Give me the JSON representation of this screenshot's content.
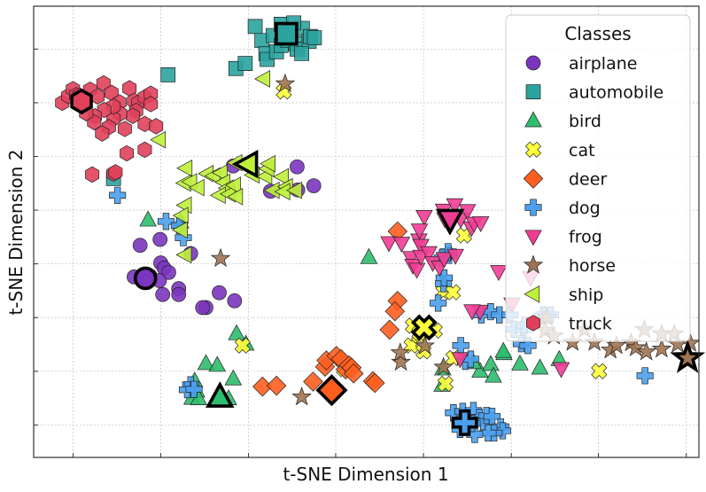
{
  "chart_data": {
    "type": "scatter",
    "xlabel": "t-SNE Dimension 1",
    "ylabel": "t-SNE Dimension 2",
    "xlim": [
      0,
      100
    ],
    "ylim": [
      0,
      100
    ],
    "grid": true,
    "tick_labels_shown": false,
    "legend": {
      "title": "Classes",
      "placement": "top-right"
    },
    "series": [
      {
        "name": "airplane",
        "marker": "circle",
        "color": "#7B35BE",
        "centroid": [
          16.8,
          39.7
        ],
        "points": [
          [
            16.0,
            47.0
          ],
          [
            19.0,
            48.3
          ],
          [
            23.6,
            45.2
          ],
          [
            15.1,
            40.0
          ],
          [
            19.1,
            43.1
          ],
          [
            19.6,
            42.0
          ],
          [
            17.5,
            40.2
          ],
          [
            20.3,
            41.0
          ],
          [
            21.8,
            37.4
          ],
          [
            21.8,
            36.1
          ],
          [
            19.4,
            36.1
          ],
          [
            18.9,
            39.2
          ],
          [
            27.9,
            36.5
          ],
          [
            30.2,
            34.7
          ],
          [
            25.9,
            33.2
          ],
          [
            25.4,
            33.2
          ],
          [
            30.0,
            64.6
          ],
          [
            35.6,
            59.0
          ],
          [
            42.1,
            60.2
          ],
          [
            39.6,
            64.4
          ],
          [
            39.7,
            59.3
          ]
        ]
      },
      {
        "name": "automobile",
        "marker": "square",
        "color": "#2BA39E",
        "centroid": [
          38.0,
          93.9
        ],
        "points": [
          [
            33.3,
            95.5
          ],
          [
            34.3,
            92.4
          ],
          [
            34.9,
            89.5
          ],
          [
            35.1,
            88.2
          ],
          [
            36.0,
            93.5
          ],
          [
            36.5,
            89.9
          ],
          [
            37.2,
            91.3
          ],
          [
            38.2,
            92.4
          ],
          [
            39.4,
            91.7
          ],
          [
            39.6,
            90.5
          ],
          [
            40.4,
            95.1
          ],
          [
            41.4,
            92.2
          ],
          [
            40.3,
            89.5
          ],
          [
            41.6,
            93.3
          ],
          [
            38.3,
            94.6
          ],
          [
            37.2,
            96.0
          ],
          [
            39.1,
            96.3
          ],
          [
            30.4,
            86.2
          ],
          [
            31.8,
            87.3
          ],
          [
            42.2,
            93.0
          ],
          [
            20.2,
            84.8
          ],
          [
            12.0,
            61.8
          ]
        ]
      },
      {
        "name": "bird",
        "marker": "triangle-up",
        "color": "#2DBD6E",
        "centroid": [
          28.0,
          13.3
        ],
        "points": [
          [
            17.2,
            52.6
          ],
          [
            22.1,
            52.2
          ],
          [
            50.4,
            44.3
          ],
          [
            30.5,
            27.4
          ],
          [
            31.9,
            25.1
          ],
          [
            25.9,
            20.8
          ],
          [
            27.6,
            20.4
          ],
          [
            24.5,
            14.7
          ],
          [
            24.2,
            16.9
          ],
          [
            23.8,
            13.1
          ],
          [
            24.8,
            13.0
          ],
          [
            29.3,
            13.0
          ],
          [
            30.0,
            17.4
          ],
          [
            61.4,
            16.0
          ],
          [
            67.1,
            19.1
          ],
          [
            68.7,
            20.6
          ],
          [
            70.7,
            23.0
          ],
          [
            70.6,
            23.5
          ],
          [
            69.1,
            18.0
          ],
          [
            73.1,
            20.7
          ],
          [
            76.1,
            19.8
          ],
          [
            79.0,
            21.7
          ],
          [
            61.5,
            19.6
          ],
          [
            66.1,
            21.0
          ]
        ]
      },
      {
        "name": "cat",
        "marker": "x",
        "color": "#FFFF3A",
        "centroid": [
          58.7,
          28.8
        ],
        "points": [
          [
            37.6,
            81.1
          ],
          [
            31.4,
            24.8
          ],
          [
            46.7,
            19.6
          ],
          [
            57.0,
            29.2
          ],
          [
            56.8,
            24.8
          ],
          [
            58.6,
            23.5
          ],
          [
            60.3,
            28.1
          ],
          [
            57.9,
            27.0
          ],
          [
            61.6,
            36.7
          ],
          [
            63.0,
            36.6
          ],
          [
            63.1,
            22.0
          ],
          [
            61.9,
            16.3
          ],
          [
            58.0,
            27.6
          ],
          [
            64.7,
            49.2
          ],
          [
            85.0,
            19.1
          ]
        ]
      },
      {
        "name": "deer",
        "marker": "diamond",
        "color": "#FF5E1F",
        "centroid": [
          44.8,
          14.9
        ],
        "points": [
          [
            34.4,
            15.7
          ],
          [
            36.5,
            15.9
          ],
          [
            42.0,
            16.8
          ],
          [
            43.8,
            20.1
          ],
          [
            44.0,
            21.5
          ],
          [
            45.5,
            22.5
          ],
          [
            46.2,
            21.8
          ],
          [
            46.9,
            19.5
          ],
          [
            47.4,
            20.4
          ],
          [
            47.8,
            19.9
          ],
          [
            48.1,
            18.6
          ],
          [
            51.0,
            16.9
          ],
          [
            51.3,
            16.5
          ],
          [
            53.5,
            28.3
          ],
          [
            54.7,
            34.7
          ],
          [
            54.3,
            32.4
          ],
          [
            54.7,
            50.1
          ]
        ]
      },
      {
        "name": "dog",
        "marker": "plus",
        "color": "#4AA0EE",
        "centroid": [
          64.8,
          7.7
        ],
        "points": [
          [
            12.6,
            58.1
          ],
          [
            19.9,
            52.3
          ],
          [
            21.9,
            51.4
          ],
          [
            22.5,
            48.7
          ],
          [
            23.6,
            16.1
          ],
          [
            23.1,
            15.0
          ],
          [
            24.1,
            15.1
          ],
          [
            61.6,
            38.5
          ],
          [
            61.7,
            39.8
          ],
          [
            60.8,
            34.2
          ],
          [
            62.4,
            44.8
          ],
          [
            62.3,
            45.6
          ],
          [
            61.4,
            44.2
          ],
          [
            64.2,
            24.8
          ],
          [
            64.9,
            21.3
          ],
          [
            65.7,
            21.8
          ],
          [
            67.3,
            31.6
          ],
          [
            68.7,
            32.3
          ],
          [
            70.0,
            31.6
          ],
          [
            71.6,
            31.6
          ],
          [
            72.2,
            28.4
          ],
          [
            73.6,
            28.3
          ],
          [
            73.8,
            29.3
          ],
          [
            73.3,
            25.2
          ],
          [
            74.3,
            24.8
          ],
          [
            76.6,
            31.6
          ],
          [
            77.7,
            31.6
          ],
          [
            63.9,
            8.7
          ],
          [
            63.1,
            9.9
          ],
          [
            64.5,
            10.2
          ],
          [
            66.1,
            10.4
          ],
          [
            67.0,
            8.9
          ],
          [
            67.6,
            7.9
          ],
          [
            68.1,
            9.3
          ],
          [
            68.9,
            9.1
          ],
          [
            70.2,
            6.8
          ],
          [
            70.5,
            5.9
          ],
          [
            69.2,
            5.4
          ],
          [
            68.3,
            5.4
          ],
          [
            66.3,
            5.1
          ],
          [
            65.9,
            7.5
          ],
          [
            64.1,
            6.2
          ],
          [
            91.9,
            18.1
          ]
        ]
      },
      {
        "name": "frog",
        "marker": "triangle-down",
        "color": "#F13C93",
        "centroid": [
          62.6,
          52.8
        ],
        "points": [
          [
            53.4,
            47.6
          ],
          [
            55.3,
            47.5
          ],
          [
            56.7,
            44.3
          ],
          [
            57.9,
            48.2
          ],
          [
            58.2,
            47.0
          ],
          [
            57.0,
            42.6
          ],
          [
            57.6,
            41.7
          ],
          [
            58.2,
            44.6
          ],
          [
            59.4,
            45.4
          ],
          [
            60.0,
            43.2
          ],
          [
            61.0,
            42.2
          ],
          [
            61.7,
            44.1
          ],
          [
            63.4,
            44.8
          ],
          [
            64.2,
            52.8
          ],
          [
            65.2,
            54.7
          ],
          [
            65.8,
            50.9
          ],
          [
            66.2,
            51.9
          ],
          [
            67.2,
            52.0
          ],
          [
            62.5,
            51.4
          ],
          [
            61.8,
            52.9
          ],
          [
            61.6,
            54.8
          ],
          [
            63.3,
            56.0
          ],
          [
            58.7,
            53.4
          ],
          [
            58.0,
            50.4
          ],
          [
            69.9,
            41.2
          ],
          [
            71.9,
            34.0
          ],
          [
            67.1,
            32.4
          ],
          [
            65.9,
            32.5
          ],
          [
            64.1,
            21.9
          ],
          [
            74.7,
            39.9
          ],
          [
            79.3,
            19.7
          ]
        ]
      },
      {
        "name": "horse",
        "marker": "star",
        "color": "#A07452",
        "centroid": [
          98.3,
          22.0
        ],
        "points": [
          [
            37.8,
            82.8
          ],
          [
            28.1,
            44.1
          ],
          [
            58.8,
            24.7
          ],
          [
            55.2,
            21.1
          ],
          [
            55.1,
            23.2
          ],
          [
            40.3,
            13.4
          ],
          [
            61.6,
            20.0
          ],
          [
            76.9,
            28.1
          ],
          [
            77.1,
            31.0
          ],
          [
            78.2,
            26.9
          ],
          [
            81.0,
            25.5
          ],
          [
            82.8,
            28.3
          ],
          [
            84.3,
            25.5
          ],
          [
            86.7,
            23.8
          ],
          [
            87.6,
            24.8
          ],
          [
            89.8,
            25.4
          ],
          [
            90.5,
            24.3
          ],
          [
            92.1,
            23.4
          ],
          [
            94.4,
            24.0
          ],
          [
            94.4,
            27.4
          ],
          [
            96.3,
            27.4
          ],
          [
            96.8,
            25.1
          ],
          [
            98.7,
            25.3
          ],
          [
            91.8,
            28.3
          ]
        ]
      },
      {
        "name": "ship",
        "marker": "triangle-left",
        "color": "#BFEF3A",
        "centroid": [
          32.2,
          65.0
        ],
        "points": [
          [
            18.9,
            70.4
          ],
          [
            22.9,
            64.1
          ],
          [
            22.7,
            60.8
          ],
          [
            22.8,
            55.9
          ],
          [
            22.3,
            53.6
          ],
          [
            22.2,
            50.4
          ],
          [
            22.8,
            44.9
          ],
          [
            23.6,
            61.1
          ],
          [
            24.7,
            59.8
          ],
          [
            26.1,
            62.9
          ],
          [
            27.1,
            62.4
          ],
          [
            28.2,
            63.1
          ],
          [
            28.6,
            61.0
          ],
          [
            29.1,
            59.7
          ],
          [
            27.9,
            58.1
          ],
          [
            29.4,
            58.4
          ],
          [
            30.2,
            60.3
          ],
          [
            30.5,
            57.8
          ],
          [
            33.0,
            62.6
          ],
          [
            34.9,
            62.3
          ],
          [
            35.2,
            64.0
          ],
          [
            35.4,
            65.1
          ],
          [
            36.0,
            59.2
          ],
          [
            37.4,
            62.2
          ],
          [
            38.0,
            60.0
          ],
          [
            37.6,
            58.9
          ],
          [
            39.4,
            59.2
          ],
          [
            30.4,
            65.3
          ],
          [
            34.6,
            83.9
          ]
        ]
      },
      {
        "name": "truck",
        "marker": "hexagon",
        "color": "#E0405A",
        "centroid": [
          7.2,
          78.9
        ],
        "points": [
          [
            4.3,
            78.6
          ],
          [
            5.2,
            80.1
          ],
          [
            5.9,
            81.6
          ],
          [
            6.4,
            80.3
          ],
          [
            6.9,
            80.2
          ],
          [
            8.5,
            81.5
          ],
          [
            9.6,
            80.0
          ],
          [
            10.5,
            82.9
          ],
          [
            11.7,
            80.8
          ],
          [
            12.9,
            78.7
          ],
          [
            14.4,
            81.8
          ],
          [
            15.1,
            79.0
          ],
          [
            15.7,
            78.6
          ],
          [
            16.7,
            79.8
          ],
          [
            17.6,
            80.6
          ],
          [
            17.6,
            78.3
          ],
          [
            15.4,
            76.8
          ],
          [
            14.9,
            75.7
          ],
          [
            13.0,
            76.2
          ],
          [
            12.0,
            75.1
          ],
          [
            12.0,
            77.8
          ],
          [
            10.6,
            77.0
          ],
          [
            9.2,
            75.6
          ],
          [
            9.1,
            74.3
          ],
          [
            7.9,
            76.3
          ],
          [
            11.3,
            73.2
          ],
          [
            10.3,
            71.8
          ],
          [
            13.7,
            72.8
          ],
          [
            16.7,
            73.9
          ],
          [
            18.4,
            73.4
          ],
          [
            14.0,
            67.4
          ],
          [
            12.0,
            62.9
          ],
          [
            12.3,
            63.2
          ],
          [
            8.8,
            62.7
          ],
          [
            16.7,
            68.2
          ]
        ]
      }
    ]
  }
}
